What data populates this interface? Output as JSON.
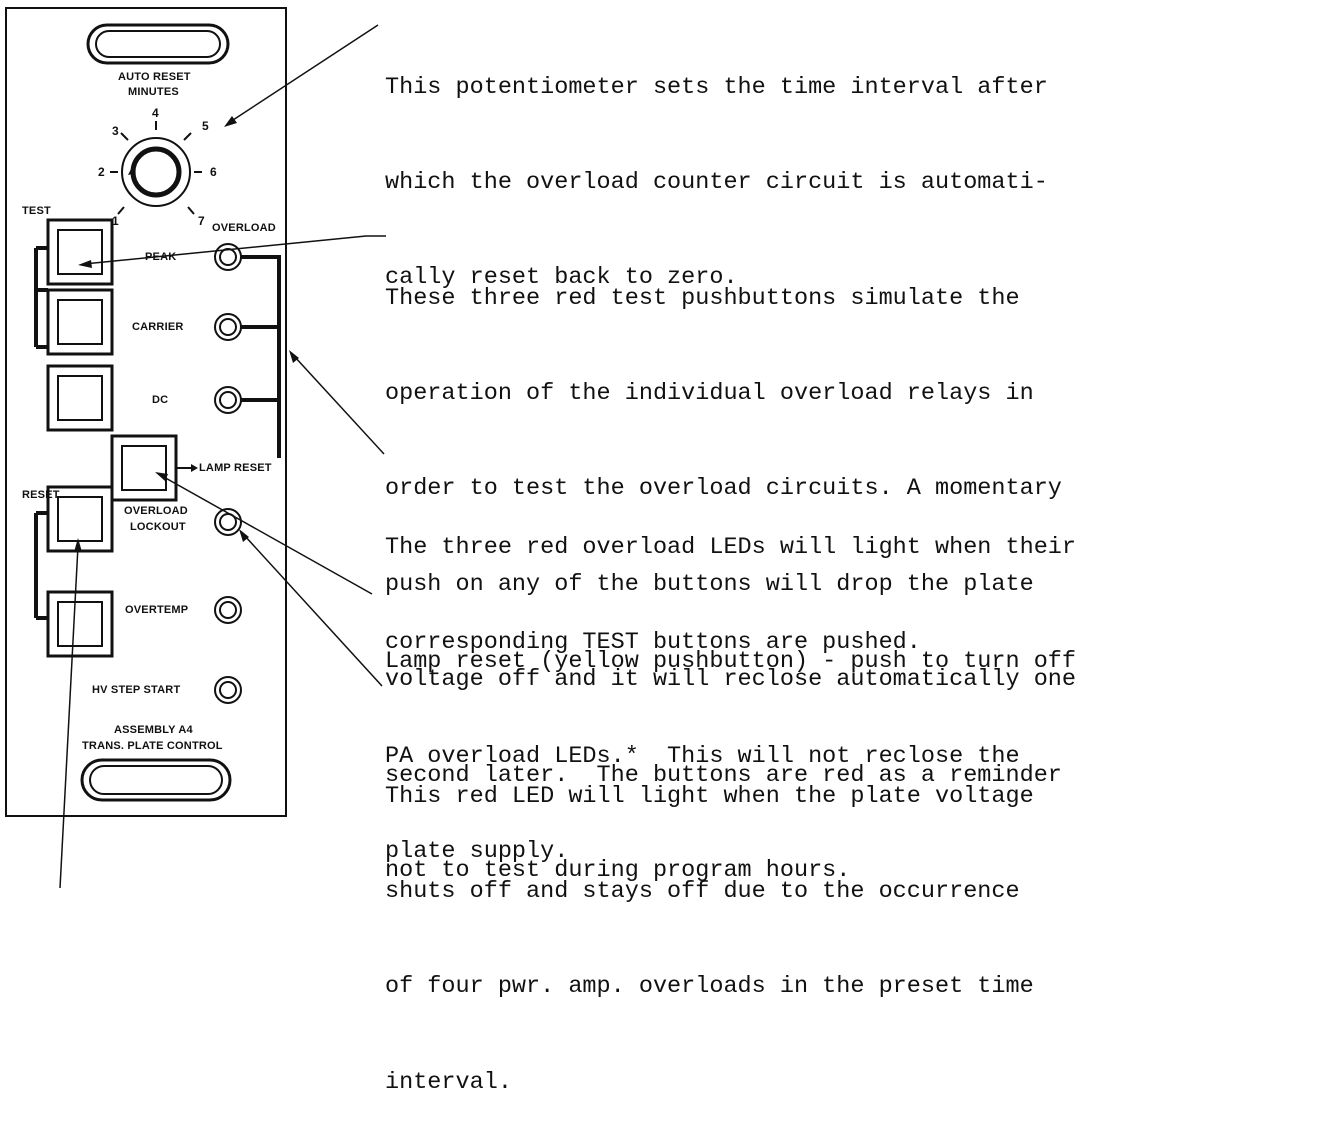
{
  "panel": {
    "auto_reset_label": "AUTO RESET",
    "minutes_label": "MINUTES",
    "dial_numbers": [
      "1",
      "2",
      "3",
      "4",
      "5",
      "6",
      "7"
    ],
    "test_label": "TEST",
    "overload_label": "OVERLOAD",
    "peak_label": "PEAK",
    "carrier_label": "CARRIER",
    "dc_label": "DC",
    "lamp_reset_label": "LAMP RESET",
    "reset_label": "RESET",
    "overload_lockout_line1": "OVERLOAD",
    "overload_lockout_line2": "LOCKOUT",
    "overtemp_label": "OVERTEMP",
    "hv_step_start_label": "HV STEP START",
    "assembly_line1": "ASSEMBLY A4",
    "assembly_line2": "TRANS. PLATE CONTROL"
  },
  "callouts": [
    {
      "id": "potentiometer",
      "lines": [
        "This potentiometer sets the time interval after",
        "which the overload counter circuit is automati-",
        "cally reset back to zero."
      ]
    },
    {
      "id": "test-pushbuttons",
      "lines": [
        "These three red test pushbuttons simulate the",
        "operation of the individual overload relays in",
        "order to test the overload circuits. A momentary",
        "push on any of the buttons will drop the plate",
        "voltage off and it will reclose automatically one",
        "second later.  The buttons are red as a reminder",
        "not to test during program hours."
      ]
    },
    {
      "id": "overload-leds",
      "lines": [
        "The three red overload LEDs will light when their",
        "corresponding TEST buttons are pushed."
      ]
    },
    {
      "id": "lamp-reset",
      "lines": [
        "Lamp reset (yellow pushbutton) - push to turn off",
        "PA overload LEDs.*  This will not reclose the",
        "plate supply."
      ]
    },
    {
      "id": "lockout-led",
      "lines": [
        "This red LED will light when the plate voltage",
        "shuts off and stays off due to the occurrence",
        "of four pwr. amp. overloads in the preset time",
        "interval."
      ]
    }
  ]
}
